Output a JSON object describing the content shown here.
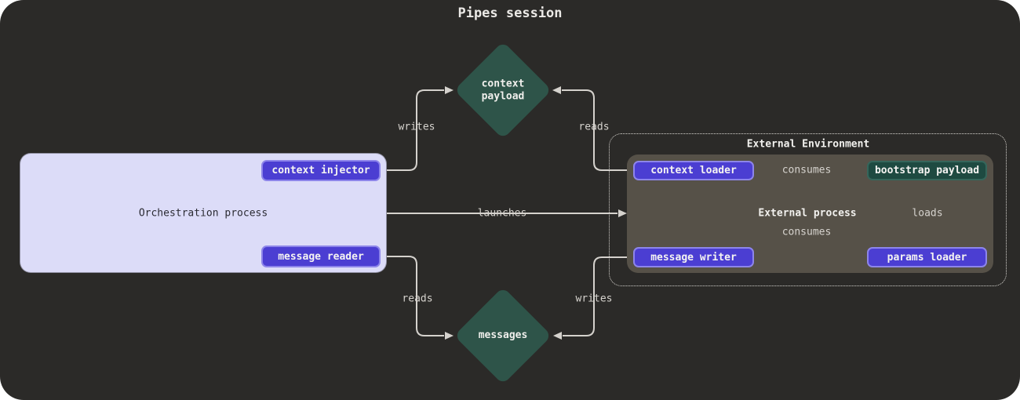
{
  "title": "Pipes session",
  "nodes": {
    "orchestration": {
      "label": "Orchestration process"
    },
    "context_injector": {
      "label": "context injector"
    },
    "message_reader": {
      "label": "message reader"
    },
    "external_environment": {
      "label": "External Environment"
    },
    "external_process": {
      "label": "External process"
    },
    "context_loader": {
      "label": "context loader"
    },
    "message_writer": {
      "label": "message writer"
    },
    "params_loader": {
      "label": "params loader"
    },
    "bootstrap_payload": {
      "label": "bootstrap payload"
    },
    "context_payload": {
      "label": "context payload"
    },
    "messages": {
      "label": "messages"
    }
  },
  "edges": {
    "writes_top": {
      "label": "writes"
    },
    "reads_top": {
      "label": "reads"
    },
    "launches": {
      "label": "launches"
    },
    "consumes_top": {
      "label": "consumes"
    },
    "consumes_bottom": {
      "label": "consumes"
    },
    "loads": {
      "label": "loads"
    },
    "reads_bottom": {
      "label": "reads"
    },
    "writes_bottom": {
      "label": "writes"
    }
  },
  "colors": {
    "canvas_bg": "#2b2a28",
    "page_bg": "#ffffff",
    "node_purple": "#4b3ed2",
    "node_purple_border": "#8d85ea",
    "diamond_teal": "#2e5449",
    "bootstrap_teal": "#1e4a41",
    "orchestration_bg": "#dcdcf8",
    "external_process_bg": "#565148",
    "line": "#d5d2cd",
    "edge_label_text": "#d6d3ce",
    "light_text": "#f2f1ee",
    "dark_text": "#2b2b33"
  }
}
